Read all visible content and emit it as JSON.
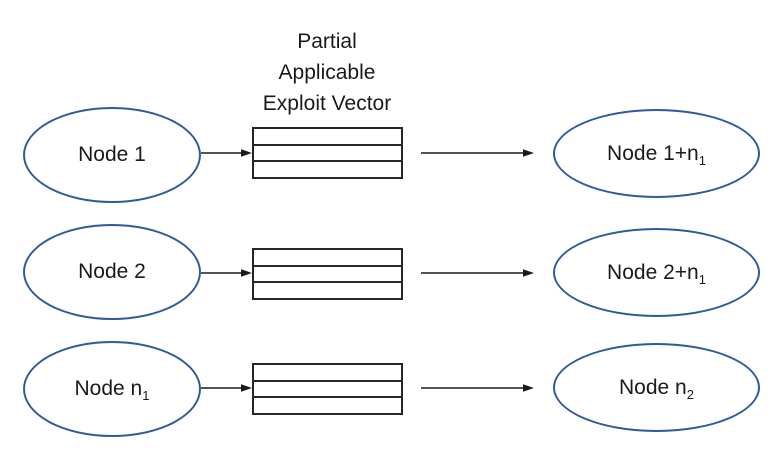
{
  "title": {
    "lines": [
      "Partial",
      "Applicable",
      "Exploit Vector"
    ]
  },
  "colors": {
    "node_stroke": "#2E5A9E",
    "stack_stroke": "#262626",
    "arrow": "#1A1A1A",
    "text": "#1A1A1A",
    "background": "#FFFFFF"
  },
  "stack": {
    "cells": 3
  },
  "rows": [
    {
      "source": {
        "text": "Node 1",
        "sub": ""
      },
      "target": {
        "text": "Node 1+n",
        "sub": "1"
      }
    },
    {
      "source": {
        "text": "Node 2",
        "sub": ""
      },
      "target": {
        "text": "Node 2+n",
        "sub": "1"
      }
    },
    {
      "source": {
        "text": "Node n",
        "sub": "1"
      },
      "target": {
        "text": "Node n",
        "sub": "2"
      }
    }
  ]
}
